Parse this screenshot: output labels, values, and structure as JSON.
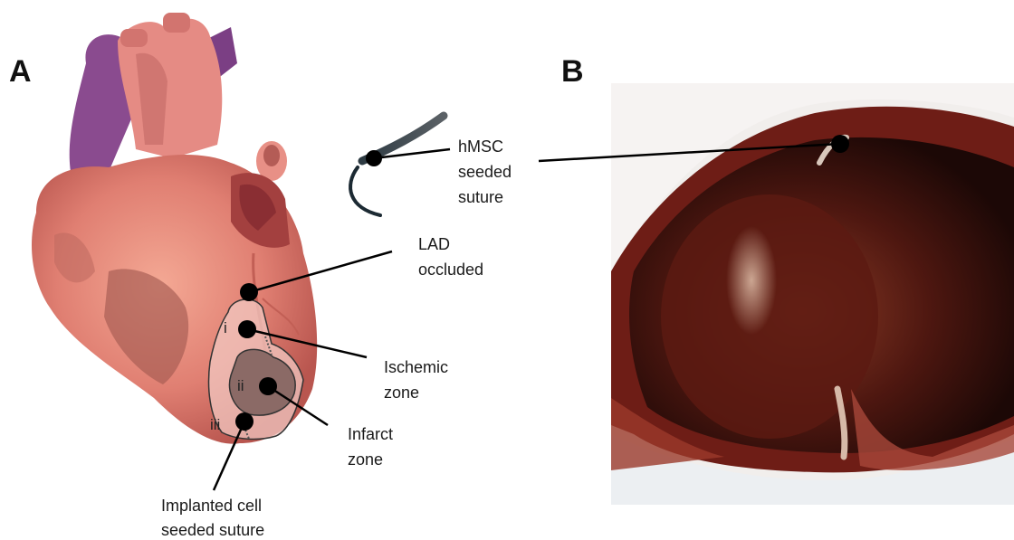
{
  "panels": {
    "a": "A",
    "b": "B"
  },
  "zones": {
    "i": "i",
    "ii": "ii",
    "iii": "iii"
  },
  "labels": {
    "hmsc": [
      "hMSC",
      "seeded",
      "suture"
    ],
    "lad": [
      "LAD",
      "occluded"
    ],
    "ischemic": [
      "Ischemic",
      "zone"
    ],
    "infarct": [
      "Infarct",
      "zone"
    ],
    "implanted": [
      "Implanted cell",
      "seeded suture"
    ]
  },
  "colors": {
    "heart_main": "#e9897a",
    "heart_shadow": "#b55a52",
    "vessel_purple": "#8a4b8f",
    "aorta": "#e58b84",
    "tissue_dark": "#5a1a14",
    "suture": "#2a3a44"
  }
}
